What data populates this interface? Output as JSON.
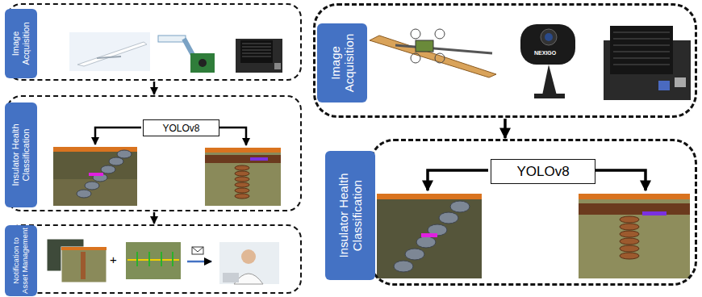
{
  "diagram": {
    "nodes": [
      {
        "text": [
          "Image Acquisition"
        ]
      },
      {
        "text": [
          "Insulator Health Classification"
        ]
      },
      {
        "text": [
          "YOLOv8"
        ],
        "in": 1
      },
      {
        "text": [
          "Notification to Asset Management"
        ]
      },
      {
        "text": [
          "Image Acquisition"
        ]
      },
      {
        "text": [
          "Insulator Health Classification"
        ]
      },
      {
        "text": [
          "YOLOv8"
        ],
        "in": 5
      }
    ],
    "edges": [
      {
        "from": 0,
        "to": 1,
        "arrow": "to"
      },
      {
        "from": 1,
        "to": 3,
        "arrow": "to"
      },
      {
        "from": 4,
        "to": 5,
        "arrow": "to"
      }
    ],
    "labels": [
      "NEXIGO",
      "+"
    ]
  }
}
